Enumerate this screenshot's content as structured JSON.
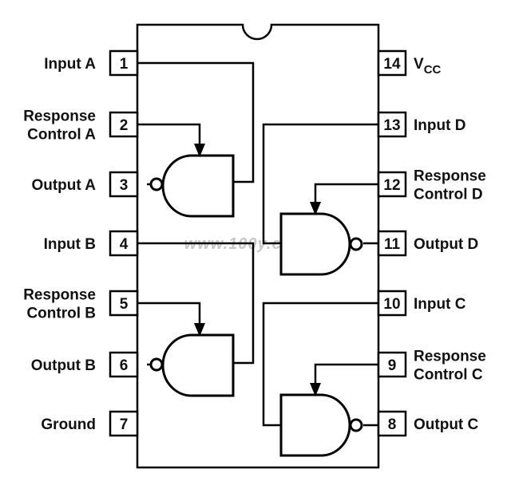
{
  "pins_left": [
    {
      "num": "1",
      "label": [
        "Input A"
      ]
    },
    {
      "num": "2",
      "label": [
        "Response",
        "Control A"
      ]
    },
    {
      "num": "3",
      "label": [
        "Output A"
      ]
    },
    {
      "num": "4",
      "label": [
        "Input B"
      ]
    },
    {
      "num": "5",
      "label": [
        "Response",
        "Control B"
      ]
    },
    {
      "num": "6",
      "label": [
        "Output B"
      ]
    },
    {
      "num": "7",
      "label": [
        "Ground"
      ]
    }
  ],
  "pins_right": [
    {
      "num": "14",
      "label": [
        "V"
      ],
      "sub": "CC"
    },
    {
      "num": "13",
      "label": [
        "Input D"
      ]
    },
    {
      "num": "12",
      "label": [
        "Response",
        "Control D"
      ]
    },
    {
      "num": "11",
      "label": [
        "Output D"
      ]
    },
    {
      "num": "10",
      "label": [
        "Input C"
      ]
    },
    {
      "num": "9",
      "label": [
        "Response",
        "Control C"
      ]
    },
    {
      "num": "8",
      "label": [
        "Output C"
      ]
    }
  ],
  "watermark": "www.100y.com.tw",
  "colors": {
    "line": "#000000",
    "background": "#ffffff",
    "watermark": "#c8c8c8"
  }
}
